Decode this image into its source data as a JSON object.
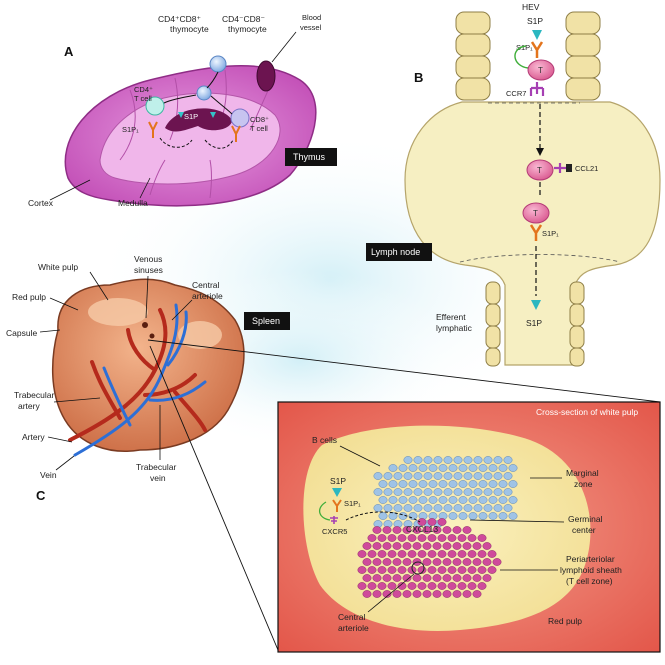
{
  "panels": {
    "a": "A",
    "b": "B",
    "c": "C"
  },
  "region_boxes": {
    "thymus": "Thymus",
    "lymph_node": "Lymph node",
    "spleen": "Spleen"
  },
  "thymus": {
    "dp_thymocyte_line1": "CD4⁺CD8⁺",
    "dp_thymocyte_line2": "thymocyte",
    "dn_thymocyte_line1": "CD4⁻CD8⁻",
    "dn_thymocyte_line2": "thymocyte",
    "blood_vessel_line1": "Blood",
    "blood_vessel_line2": "vessel",
    "cd4_line1": "CD4⁺",
    "cd4_line2": "T cell",
    "cd8_line1": "CD8⁺",
    "cd8_line2": "T cell",
    "s1p": "S1P",
    "s1p1": "S1P₁",
    "cortex": "Cortex",
    "medulla": "Medulla"
  },
  "lymph_node": {
    "hev": "HEV",
    "s1p_top": "S1P",
    "s1p1_top": "S1P₁",
    "t_label": "T",
    "ccr7": "CCR7",
    "ccl21": "CCL21",
    "s1p1_mid": "S1P₁",
    "efferent_line1": "Efferent",
    "efferent_line2": "lymphatic",
    "s1p_bottom": "S1P"
  },
  "spleen": {
    "white_pulp": "White pulp",
    "venous_line1": "Venous",
    "venous_line2": "sinuses",
    "central_arteriole_line1": "Central",
    "central_arteriole_line2": "arteriole",
    "red_pulp": "Red pulp",
    "capsule": "Capsule",
    "trabecular_artery_line1": "Trabecular",
    "trabecular_artery_line2": "artery",
    "artery": "Artery",
    "vein": "Vein",
    "trabecular_vein_line1": "Trabecular",
    "trabecular_vein_line2": "vein"
  },
  "white_pulp_section": {
    "title": "Cross-section of white pulp",
    "b_cells": "B cells",
    "marginal_line1": "Marginal",
    "marginal_line2": "zone",
    "s1p": "S1P",
    "s1p1": "S1P₁",
    "cxcr5": "CXCR5",
    "cxcl13": "CXCL13",
    "germinal_line1": "Germinal",
    "germinal_line2": "center",
    "pals_line1": "Periarteriolar",
    "pals_line2": "lymphoid sheath",
    "pals_line3": "(T cell zone)",
    "central_line1": "Central",
    "central_line2": "arteriole",
    "red_pulp": "Red pulp"
  },
  "colors": {
    "thymus_fill": "#d05fc4",
    "lymph_node_fill": "#f6efc2",
    "spleen_fill": "#d9845a",
    "red_pulp_bg": "#ea7063",
    "white_pulp_fill": "#f7e9a8",
    "b_cell": "#9fc3e6",
    "t_cell": "#cf4a9b",
    "hev_cell": "#f1e2a6",
    "artery": "#b52a1c",
    "vein": "#2d6fd6",
    "glow": "#d7f3f8"
  }
}
